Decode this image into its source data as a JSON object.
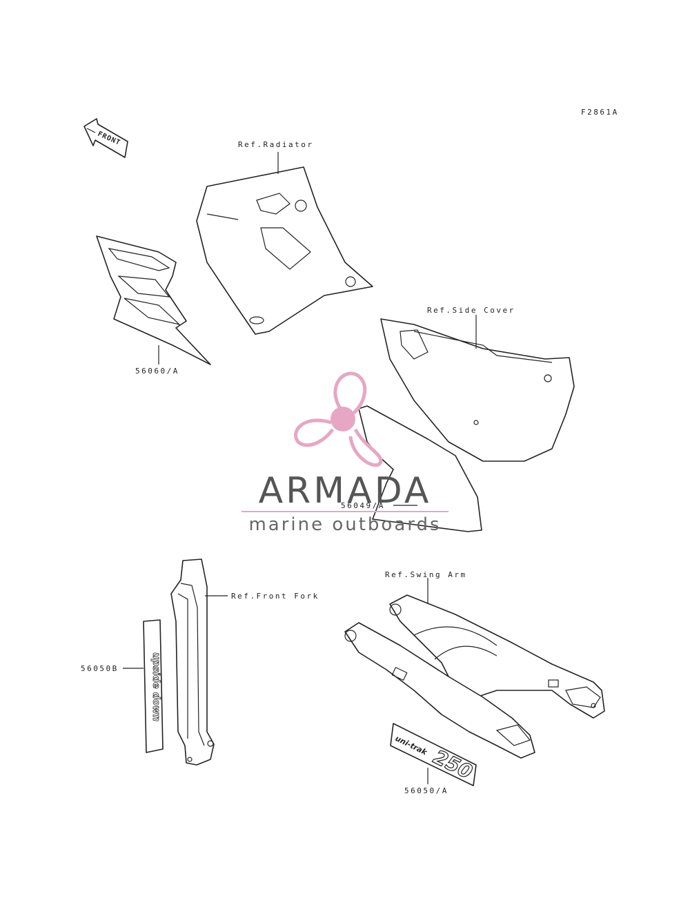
{
  "diagram_code": "F2861A",
  "front_arrow_label": "FRONT",
  "refs": {
    "radiator": "Ref.Radiator",
    "side_cover": "Ref.Side Cover",
    "front_fork": "Ref.Front Fork",
    "swing_arm": "Ref.Swing Arm"
  },
  "parts": {
    "tank_decal": "56060/A",
    "center_decal": "56049/A",
    "fork_decal": "56050B",
    "swingarm_decal": "56050/A"
  },
  "decal_text": {
    "fork": "upside down",
    "swingarm_small": "uni-trak",
    "swingarm_big": "250"
  },
  "watermark": {
    "brand": "ARMADA",
    "tagline": "marine outboards",
    "colors": {
      "pink": "#e7a6c4",
      "gray": "#555555"
    }
  }
}
